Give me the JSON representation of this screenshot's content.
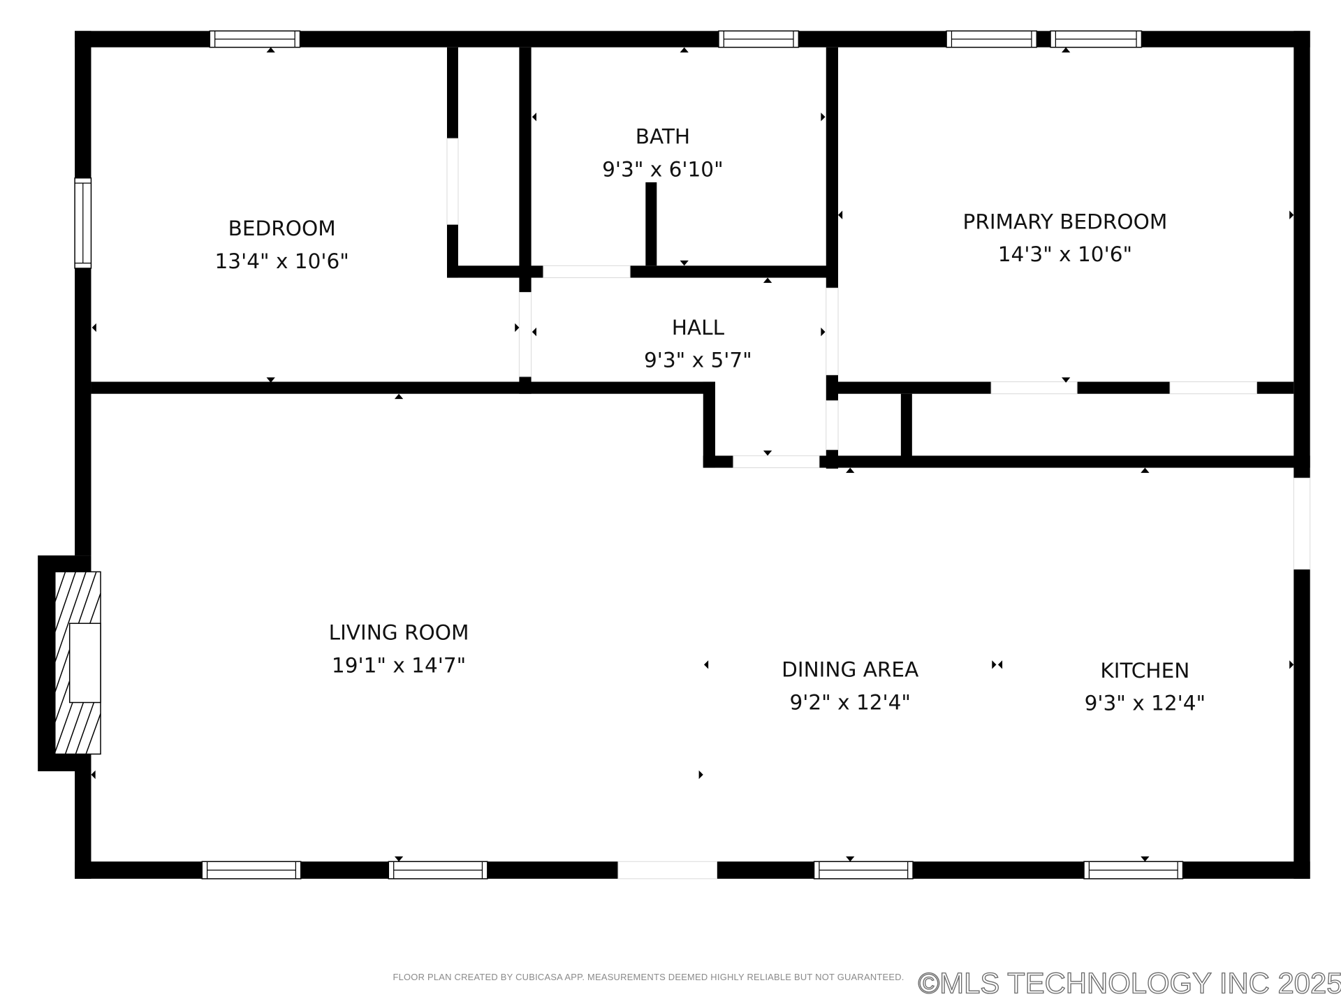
{
  "floor_plan": {
    "rooms": [
      {
        "id": "bedroom",
        "name": "BEDROOM",
        "dimensions": "13'4\" x 10'6\""
      },
      {
        "id": "bath",
        "name": "BATH",
        "dimensions": "9'3\" x 6'10\""
      },
      {
        "id": "primary-bedroom",
        "name": "PRIMARY BEDROOM",
        "dimensions": "14'3\" x 10'6\""
      },
      {
        "id": "hall",
        "name": "HALL",
        "dimensions": "9'3\" x 5'7\""
      },
      {
        "id": "living-room",
        "name": "LIVING ROOM",
        "dimensions": "19'1\" x 14'7\""
      },
      {
        "id": "dining-area",
        "name": "DINING AREA",
        "dimensions": "9'2\" x 12'4\""
      },
      {
        "id": "kitchen",
        "name": "KITCHEN",
        "dimensions": "9'3\" x 12'4\""
      }
    ],
    "features": [
      "fireplace"
    ],
    "colors": {
      "wall": "#000000",
      "background": "#ffffff",
      "footer_text": "#8a8a8a"
    }
  },
  "footer": {
    "disclaimer": "FLOOR PLAN CREATED BY CUBICASA APP. MEASUREMENTS DEEMED HIGHLY RELIABLE BUT NOT GUARANTEED.",
    "copyright": "©MLS TECHNOLOGY INC 2025"
  }
}
